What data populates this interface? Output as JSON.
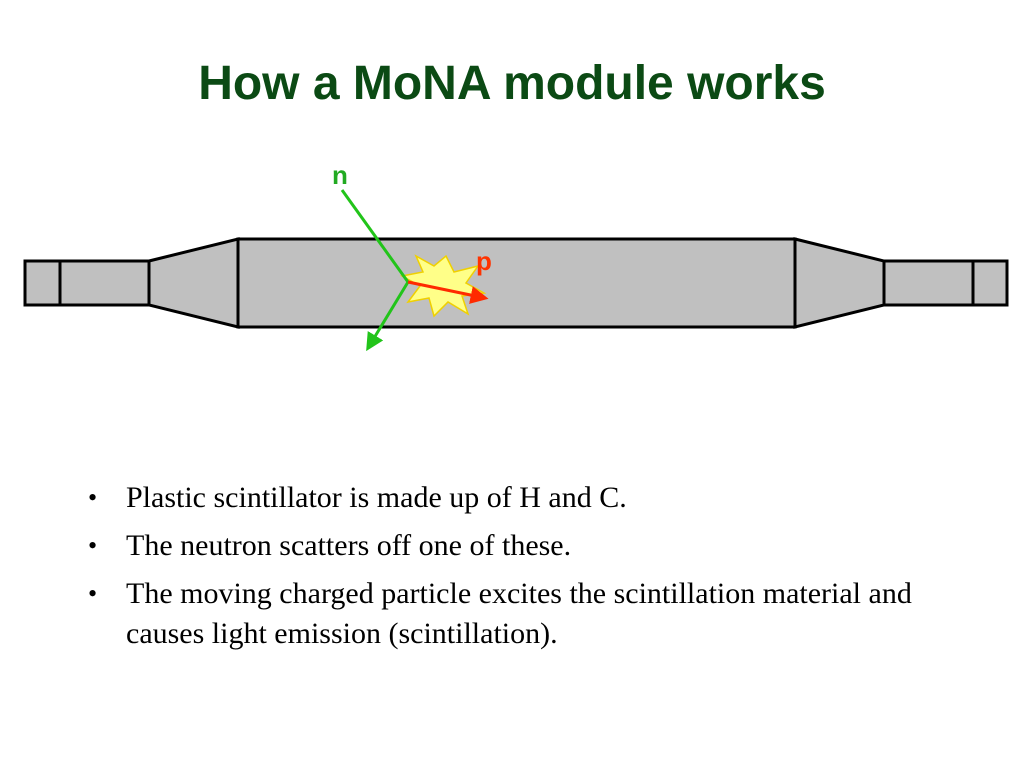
{
  "slide": {
    "title": "How a MoNA module works",
    "title_color": "#0b4a14"
  },
  "diagram": {
    "labels": {
      "neutron": "n",
      "proton": "p"
    },
    "colors": {
      "module_fill": "#c0c0c0",
      "module_stroke": "#000000",
      "neutron_track": "#22c41a",
      "proton_track": "#ff2a00",
      "flash_fill": "#ffff88",
      "flash_stroke": "#f0d000",
      "neutron_label": "#22aa22",
      "proton_label": "#ff3300"
    },
    "icons": [
      "scintillation-flash-icon",
      "arrowhead-icon"
    ]
  },
  "bullets": [
    {
      "marker": "•",
      "text": "Plastic scintillator is made up of H and C."
    },
    {
      "marker": "•",
      "text": "The neutron scatters off one of these."
    },
    {
      "marker": "•",
      "text": "The moving charged particle excites the scintillation material and causes light emission (scintillation)."
    }
  ]
}
